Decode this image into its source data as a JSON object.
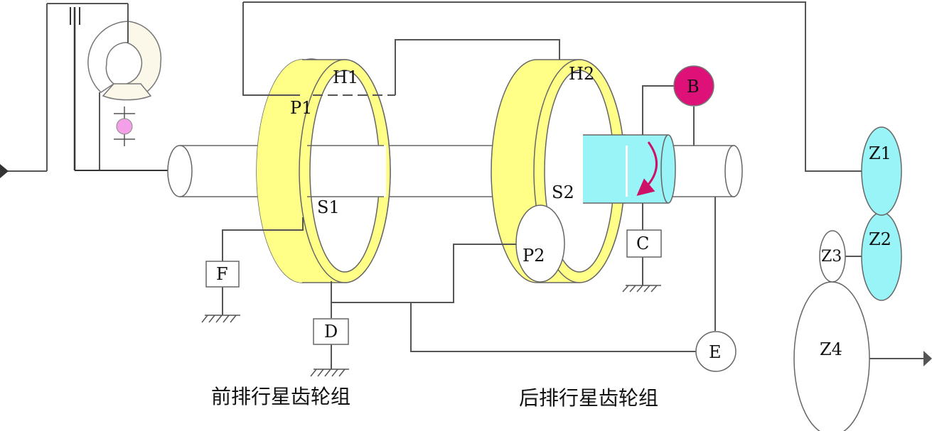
{
  "labels": {
    "h1": "H1",
    "h2": "H2",
    "p1": "P1",
    "p2": "P2",
    "s1": "S1",
    "s2": "S2",
    "b": "B",
    "c": "C",
    "d": "D",
    "e": "E",
    "f": "F",
    "z1": "Z1",
    "z2": "Z2",
    "z3": "Z3",
    "z4": "Z4"
  },
  "captions": {
    "front": "前排行星齿轮组",
    "rear": "后排行星齿轮组"
  },
  "colors": {
    "yellow": "#ffff88",
    "cyan": "#99f4f8",
    "green": "#77f0a8",
    "magenta": "#dd1177",
    "pink": "#f4a0e8",
    "torque_converter": "#fbf8ea",
    "line": "#555555"
  }
}
